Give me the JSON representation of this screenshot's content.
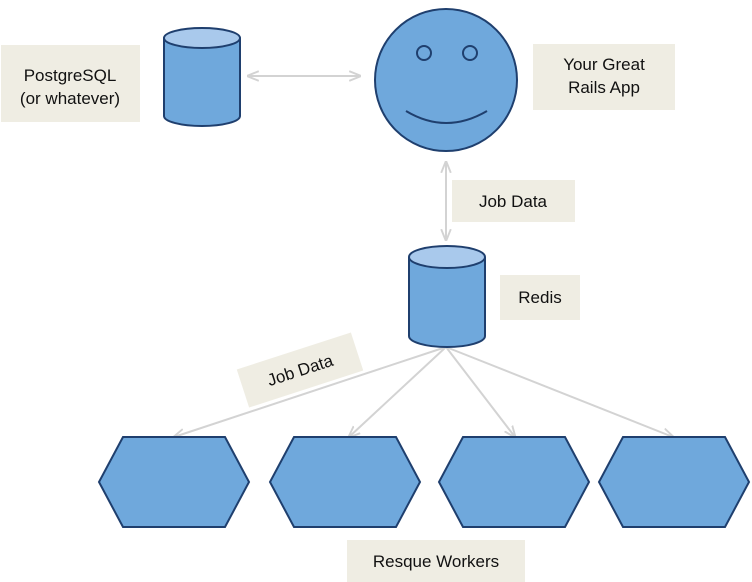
{
  "colors": {
    "shape_fill": "#6fa8dc",
    "shape_top": "#a9c9ec",
    "shape_stroke": "#1f3f6e",
    "label_bg": "#efede3",
    "connector": "#d3d3d3"
  },
  "nodes": {
    "database": {
      "label_line1": "PostgreSQL",
      "label_line2": "(or whatever)",
      "shape": "cylinder"
    },
    "app": {
      "label_line1": "Your Great",
      "label_line2": "Rails App",
      "shape": "smiley-face"
    },
    "redis": {
      "label": "Redis",
      "shape": "cylinder"
    },
    "workers": {
      "label": "Resque Workers",
      "shape": "hexagon",
      "count": 4
    }
  },
  "edges": {
    "app_to_redis": {
      "label": "Job Data",
      "direction": "bidirectional"
    },
    "redis_to_workers": {
      "label": "Job Data",
      "direction": "fan-out"
    },
    "app_to_database": {
      "direction": "bidirectional"
    }
  }
}
